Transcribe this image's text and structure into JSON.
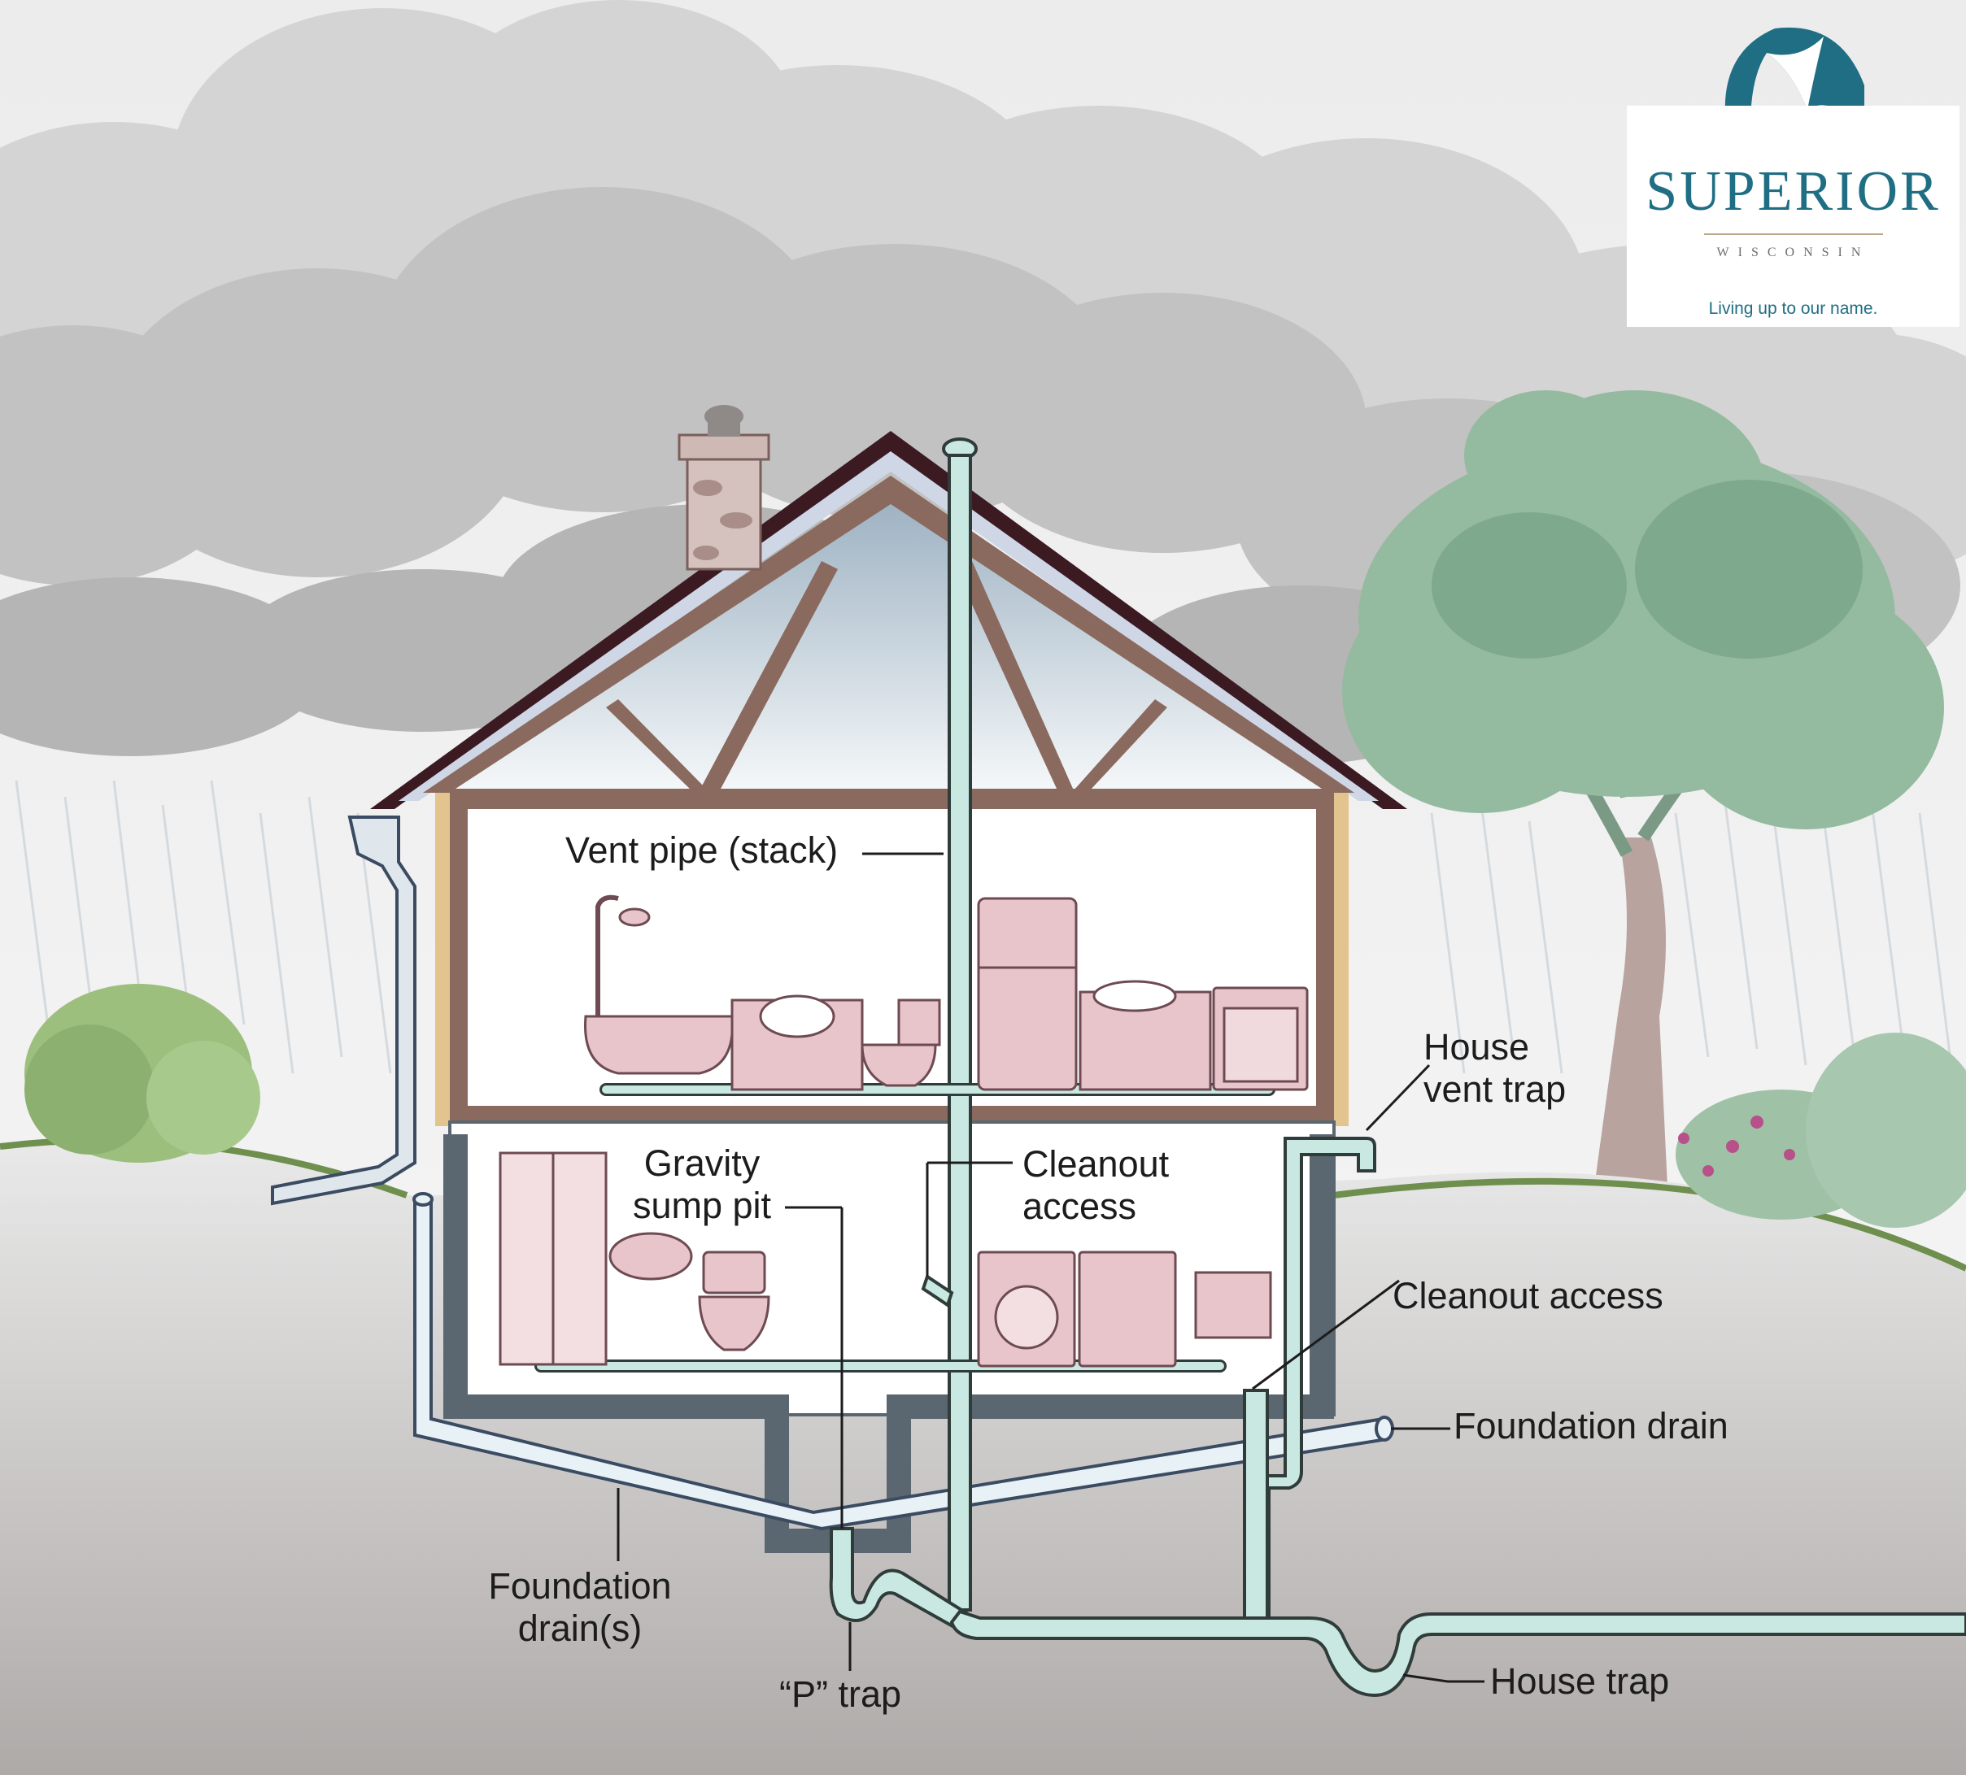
{
  "brand": {
    "wordmark": "SUPERIOR",
    "sub": "WISCONSIN",
    "tagline": "Living up to our name."
  },
  "labels": {
    "vent_pipe": "Vent pipe (stack)",
    "house_vent_trap_1": "House",
    "house_vent_trap_2": "vent trap",
    "gravity_sump_1": "Gravity",
    "gravity_sump_2": "sump pit",
    "cleanout_center_1": "Cleanout",
    "cleanout_center_2": "access",
    "cleanout_right": "Cleanout access",
    "foundation_drain_right": "Foundation drain",
    "foundation_drains_1": "Foundation",
    "foundation_drains_2": "drain(s)",
    "p_trap": "“P” trap",
    "house_trap": "House trap"
  },
  "colors": {
    "sky": "#e6e6e6",
    "cloud": "#c9c9c9",
    "roof": "#3b1a22",
    "frame": "#8a6a5e",
    "fixture": "#e8c5ca",
    "pipe": "#c9e8e1",
    "drain": "#e8f1f6",
    "basement": "#5a6670",
    "tree": "#8fb89a",
    "logo": "#1f6e84"
  }
}
